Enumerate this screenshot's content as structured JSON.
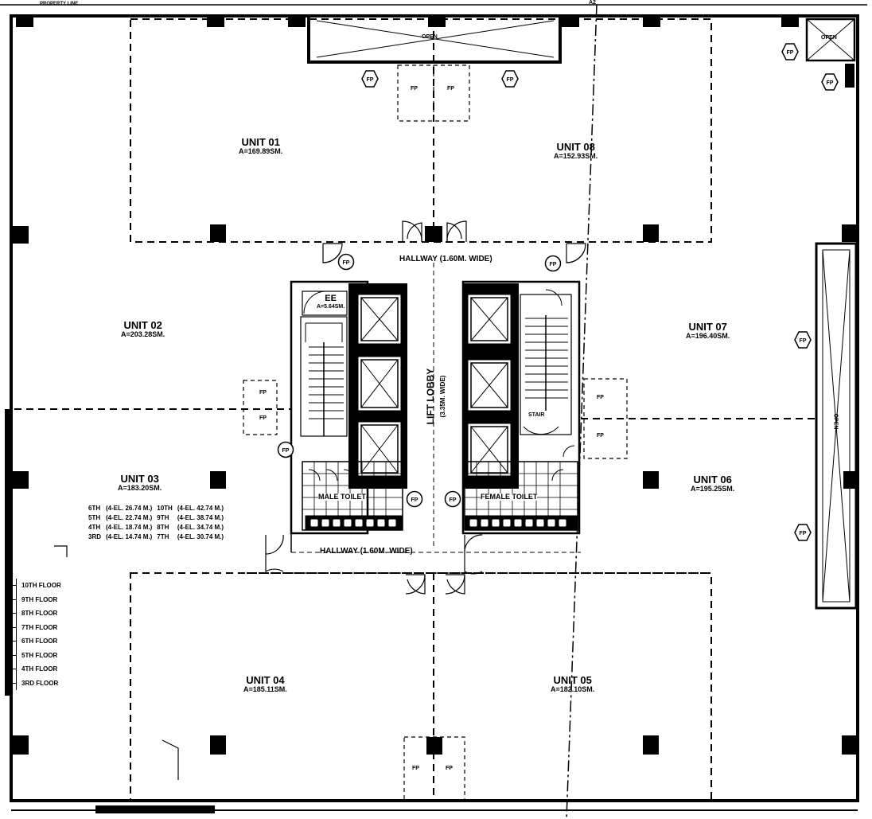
{
  "plan": {
    "property_line": "PROPERTY LINE",
    "gridline_label": "A2",
    "open_labels": [
      "OPEN",
      "OPEN",
      "OPEN"
    ],
    "units": [
      {
        "id": "unit-01",
        "name": "UNIT 01",
        "area": "A=169.89SM."
      },
      {
        "id": "unit-02",
        "name": "UNIT 02",
        "area": "A=203.28SM."
      },
      {
        "id": "unit-03",
        "name": "UNIT 03",
        "area": "A=183.20SM."
      },
      {
        "id": "unit-04",
        "name": "UNIT 04",
        "area": "A=185.11SM."
      },
      {
        "id": "unit-05",
        "name": "UNIT 05",
        "area": "A=182.10SM."
      },
      {
        "id": "unit-06",
        "name": "UNIT 06",
        "area": "A=195.25SM."
      },
      {
        "id": "unit-07",
        "name": "UNIT 07",
        "area": "A=196.40SM."
      },
      {
        "id": "unit-08",
        "name": "UNIT 08",
        "area": "A=152.93SM."
      }
    ],
    "hallway_top": "HALLWAY (1.60M. WIDE)",
    "hallway_bottom": "HALLWAY (1.60M. WIDE)",
    "lift_lobby": "LIFT LOBBY",
    "lift_lobby_width": "(3.35M. WIDE)",
    "ee_room": {
      "name": "EE",
      "area": "A=5.64SM."
    },
    "male_toilet": "MALE TOILET",
    "female_toilet": "FEMALE TOILET",
    "stair_label": "STAIR",
    "pipe_tag": "FP",
    "elevation_table": [
      [
        "6TH",
        "(4-EL. 26.74 M.)",
        "10TH",
        "(4-EL. 42.74 M.)"
      ],
      [
        "5TH",
        "(4-EL. 22.74 M.)",
        "9TH",
        "(4-EL. 38.74 M.)"
      ],
      [
        "4TH",
        "(4-EL. 18.74 M.)",
        "8TH",
        "(4-EL. 34.74 M.)"
      ],
      [
        "3RD",
        "(4-EL. 14.74 M.)",
        "7TH",
        "(4-EL. 30.74 M.)"
      ]
    ],
    "floor_list": [
      "10TH FLOOR",
      "9TH FLOOR",
      "8TH FLOOR",
      "7TH FLOOR",
      "6TH FLOOR",
      "5TH FLOOR",
      "4TH FLOOR",
      "3RD FLOOR"
    ],
    "colors": {
      "line": "#000000",
      "background": "#ffffff"
    }
  }
}
